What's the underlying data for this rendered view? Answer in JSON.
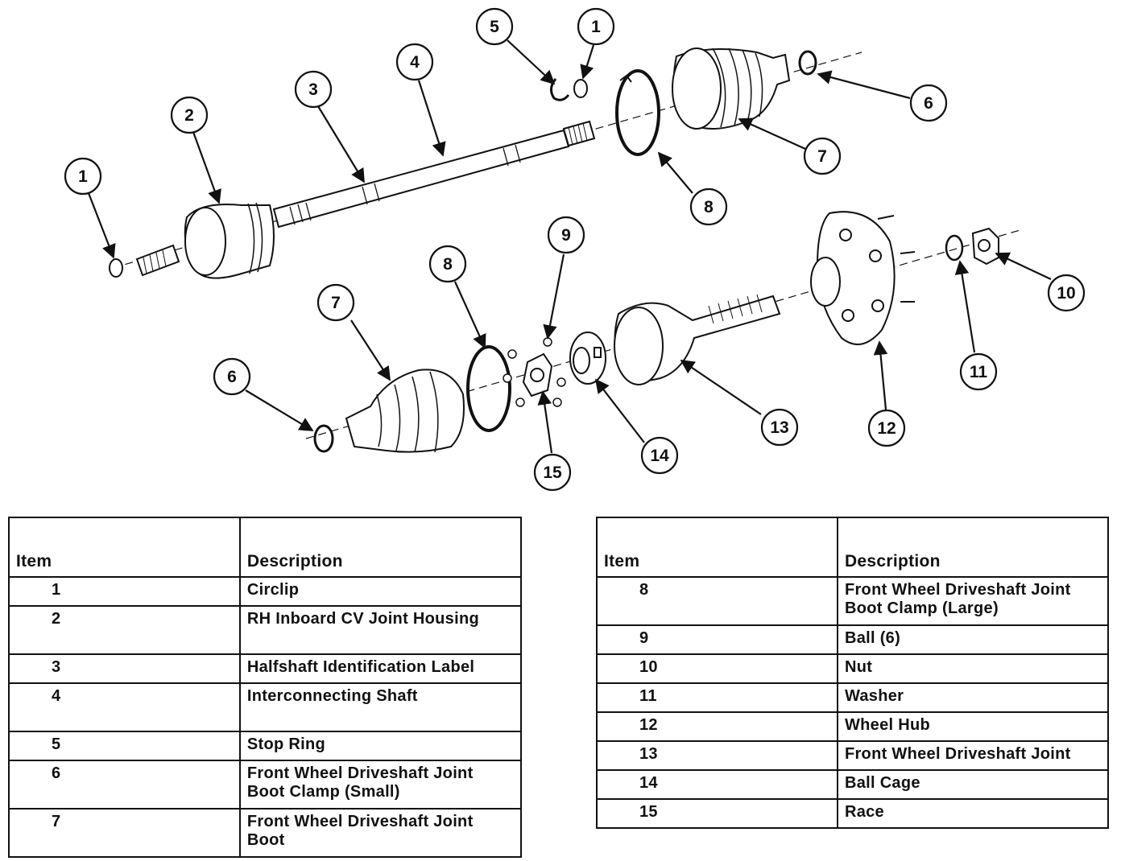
{
  "callouts": {
    "top_1a": "1",
    "top_2": "2",
    "top_3": "3",
    "top_4": "4",
    "top_5": "5",
    "top_1b": "1",
    "top_6": "6",
    "top_7": "7",
    "top_8": "8",
    "bot_9": "9",
    "bot_8": "8",
    "bot_7": "7",
    "bot_6": "6",
    "bot_15": "15",
    "bot_14": "14",
    "bot_13": "13",
    "bot_12": "12",
    "bot_11": "11",
    "bot_10": "10"
  },
  "table_left": {
    "header_item": "Item",
    "header_desc": "Description",
    "rows": [
      {
        "item": "1",
        "desc": [
          "Circlip"
        ]
      },
      {
        "item": "2",
        "desc": [
          "RH Inboard CV Joint Housing"
        ]
      },
      {
        "item": "3",
        "desc": [
          "Halfshaft Identification Label"
        ]
      },
      {
        "item": "4",
        "desc": [
          "Interconnecting Shaft"
        ]
      },
      {
        "item": "5",
        "desc": [
          "Stop Ring"
        ]
      },
      {
        "item": "6",
        "desc": [
          "Front Wheel Driveshaft Joint",
          "Boot Clamp  (Small)"
        ]
      },
      {
        "item": "7",
        "desc": [
          "Front Wheel Driveshaft Joint",
          "Boot"
        ]
      }
    ]
  },
  "table_right": {
    "header_item": "Item",
    "header_desc": "Description",
    "rows": [
      {
        "item": "8",
        "desc": [
          "Front Wheel Driveshaft Joint",
          "Boot Clamp  (Large)"
        ]
      },
      {
        "item": "9",
        "desc": [
          "Ball (6)"
        ]
      },
      {
        "item": "10",
        "desc": [
          "Nut"
        ]
      },
      {
        "item": "11",
        "desc": [
          "Washer"
        ]
      },
      {
        "item": "12",
        "desc": [
          "Wheel Hub"
        ]
      },
      {
        "item": "13",
        "desc": [
          "Front Wheel Driveshaft Joint"
        ]
      },
      {
        "item": "14",
        "desc": [
          "Ball Cage"
        ]
      },
      {
        "item": "15",
        "desc": [
          "Race"
        ]
      }
    ]
  }
}
